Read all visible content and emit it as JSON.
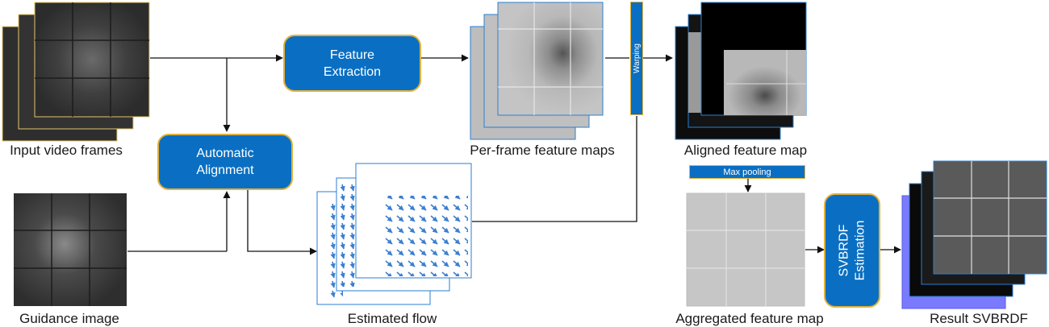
{
  "diagram": {
    "labels": {
      "input_frames": "Input video frames",
      "guidance": "Guidance image",
      "feature_maps": "Per-frame feature maps",
      "estimated_flow": "Estimated flow",
      "aligned": "Aligned feature map",
      "aggregated": "Aggregated feature map",
      "result": "Result SVBRDF"
    },
    "nodes": {
      "feature_extraction": "Feature\nExtraction",
      "automatic_alignment": "Automatic\nAlignment",
      "warping": "Warping",
      "max_pooling": "Max pooling",
      "svbrdf_estimation": "SVBRDF\nEstimation"
    },
    "colors": {
      "process_fill": "#0a6fc2",
      "process_border": "#e3b23c",
      "frame_border": "#e3c56a",
      "blue_frame_border": "#2a7fd0",
      "flow_arrow": "#3b7fd0",
      "result_back": "#7a7aff"
    }
  }
}
